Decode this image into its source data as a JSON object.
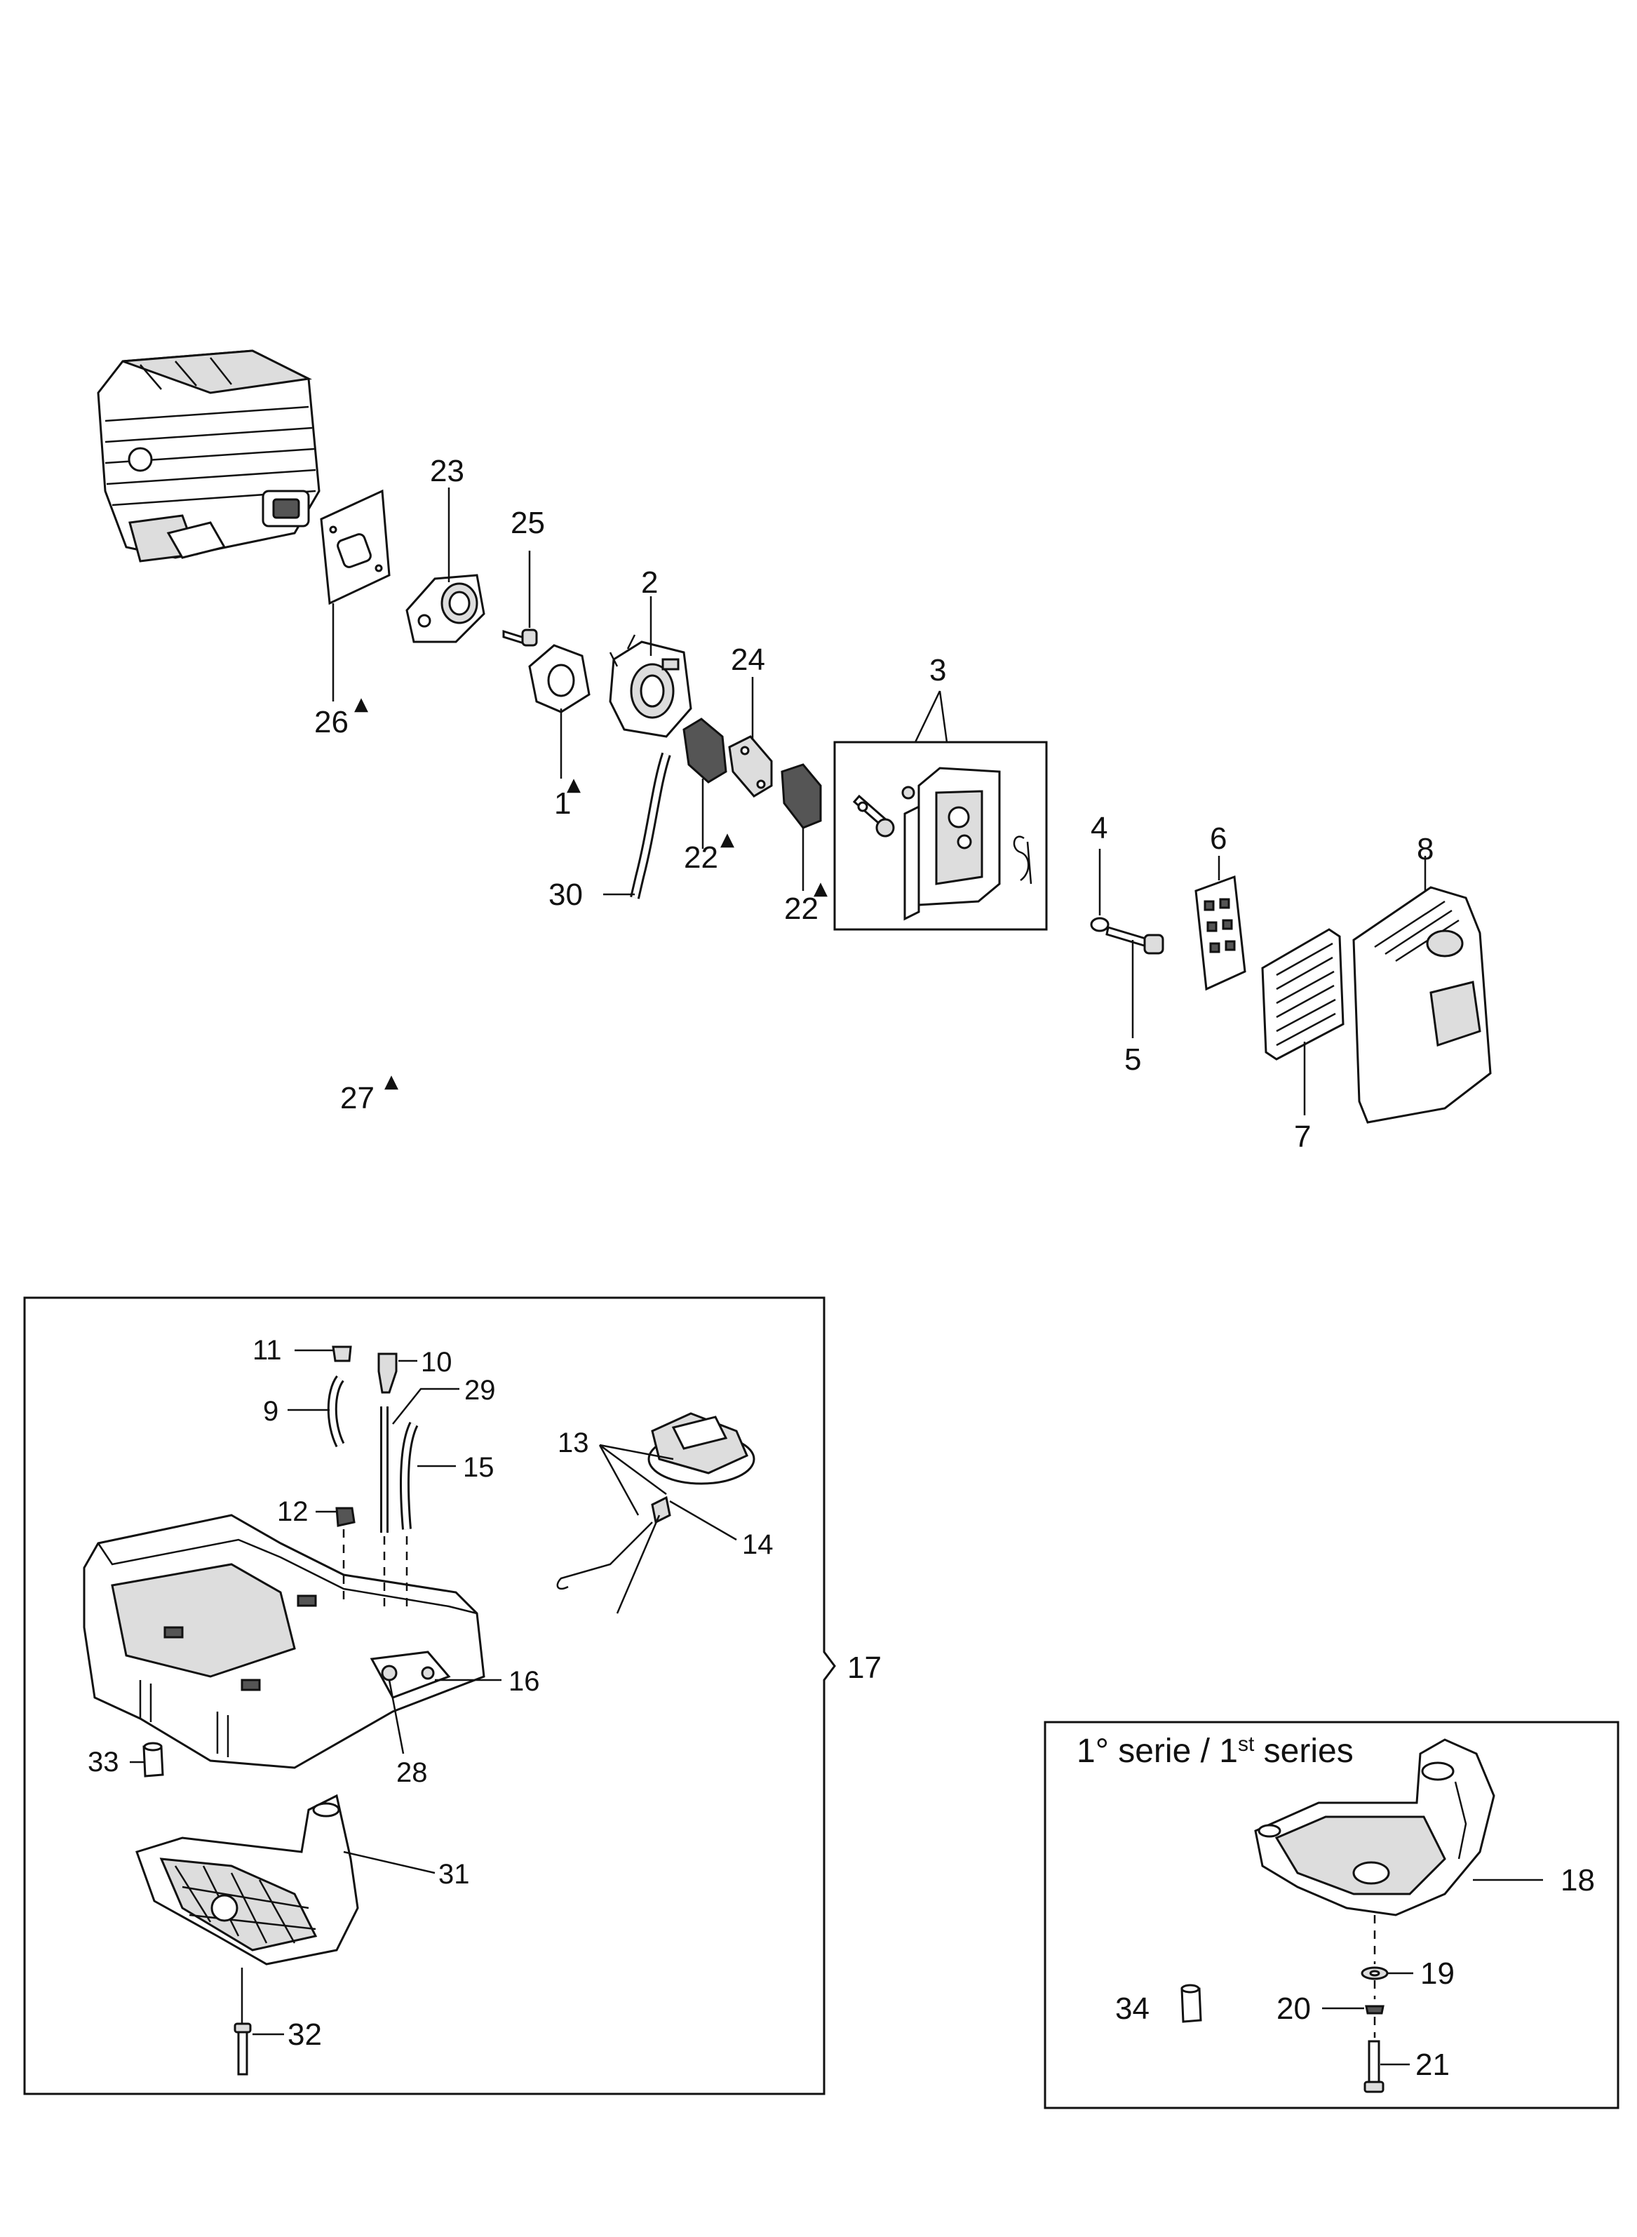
{
  "labels": {
    "p1": "1",
    "p2": "2",
    "p3": "3",
    "p4": "4",
    "p5": "5",
    "p6": "6",
    "p7": "7",
    "p8": "8",
    "p9": "9",
    "p10": "10",
    "p11": "11",
    "p12": "12",
    "p13": "13",
    "p14": "14",
    "p15": "15",
    "p16": "16",
    "p17": "17",
    "p18": "18",
    "p19": "19",
    "p20": "20",
    "p21": "21",
    "p22a": "22",
    "p22b": "22",
    "p23": "23",
    "p24": "24",
    "p25": "25",
    "p26": "26",
    "p27": "27",
    "p28": "28",
    "p29": "29",
    "p30": "30",
    "p31": "31",
    "p32": "32",
    "p33": "33",
    "p34": "34"
  },
  "series_box": {
    "title_prefix": "1° serie / 1",
    "title_sup": "st",
    "title_suffix": " series"
  },
  "marker_symbol": "▲"
}
